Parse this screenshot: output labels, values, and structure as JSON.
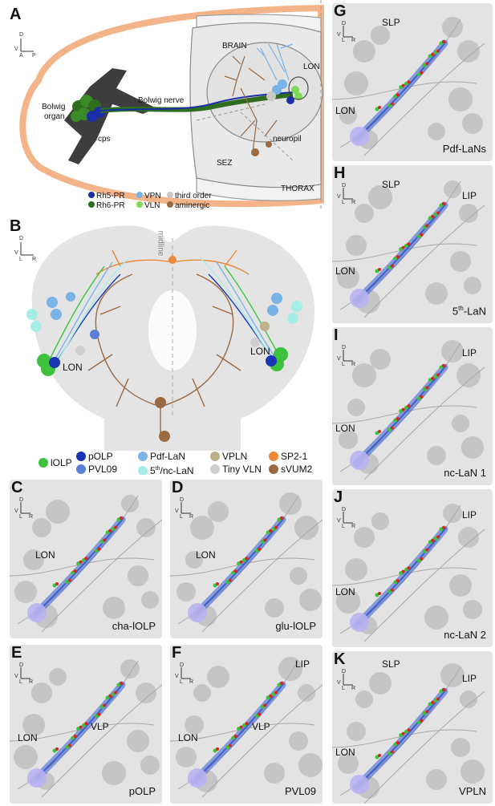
{
  "colors": {
    "lOLP": "#3ec23e",
    "pOLP": "#1a35b5",
    "PVL09": "#5a7fd6",
    "Pdf_LaN": "#7ab3e6",
    "fifth_nc_LaN": "#a6ede6",
    "VPLN": "#bdb08a",
    "Tiny_VLN": "#cfcfcf",
    "SP2_1": "#ea8a3a",
    "sVUM2": "#9a6a42",
    "Rh5_PR": "#1b2ea8",
    "Rh6_PR": "#2e6e1e",
    "VPN": "#7ab3e6",
    "VLN": "#7ed957",
    "third_order": "#c8c8c8",
    "aminergic": "#9a6a42",
    "larva_outline": "#f3b48a",
    "neuron_blue": "#3d5ed0",
    "synapse_red": "#d8251e",
    "soma_lilac": "#b9b2f2"
  },
  "panelA": {
    "label": "A",
    "axis": {
      "d": "D",
      "v": "V",
      "a": "A",
      "p": "P"
    },
    "brain": "BRAIN",
    "lon": "LON",
    "bolwig_organ": [
      "Bolwig",
      "organ"
    ],
    "bolwig_nerve": "Bolwig nerve",
    "cps": "cps",
    "neuropil": "neuropil",
    "sez": "SEZ",
    "thorax": "THORAX",
    "legend": [
      {
        "label": "Rh5-PR",
        "color_key": "Rh5_PR"
      },
      {
        "label": "Rh6-PR",
        "color_key": "Rh6_PR"
      },
      {
        "label": "VPN",
        "color_key": "VPN"
      },
      {
        "label": "VLN",
        "color_key": "VLN"
      },
      {
        "label": "third order",
        "color_key": "third_order"
      },
      {
        "label": "aminergic",
        "color_key": "aminergic"
      }
    ]
  },
  "panelB": {
    "label": "B",
    "axis": {
      "d": "D",
      "v": "V",
      "l": "L",
      "r": "R"
    },
    "midline": "midline",
    "lon_left": "LON",
    "lon_right": "LON",
    "legend": [
      {
        "label": "lOLP",
        "color_key": "lOLP"
      },
      {
        "label": "pOLP",
        "color_key": "pOLP"
      },
      {
        "label": "PVL09",
        "color_key": "PVL09"
      },
      {
        "label": "Pdf-LaN",
        "color_key": "Pdf_LaN"
      },
      {
        "label": "5th/nc-LaN",
        "color_key": "fifth_nc_LaN",
        "base": "5",
        "sup": "th",
        "rest": "/nc-LaN"
      },
      {
        "label": "VPLN",
        "color_key": "VPLN"
      },
      {
        "label": "Tiny VLN",
        "color_key": "Tiny_VLN"
      },
      {
        "label": "SP2-1",
        "color_key": "SP2_1"
      },
      {
        "label": "sVUM2",
        "color_key": "sVUM2"
      }
    ]
  },
  "panels": [
    {
      "id": "C",
      "name": "cha-lOLP",
      "region_labels": [
        "LON"
      ]
    },
    {
      "id": "D",
      "name": "glu-lOLP",
      "region_labels": [
        "LON"
      ]
    },
    {
      "id": "E",
      "name": "pOLP",
      "region_labels": [
        "LON",
        "VLP"
      ]
    },
    {
      "id": "F",
      "name": "PVL09",
      "region_labels": [
        "LON",
        "VLP",
        "LIP"
      ]
    },
    {
      "id": "G",
      "name": "Pdf-LaNs",
      "region_labels": [
        "SLP",
        "LON"
      ]
    },
    {
      "id": "H",
      "name": "5th-LaN",
      "name_base": "5",
      "name_sup": "th",
      "name_rest": "-LaN",
      "region_labels": [
        "SLP",
        "LIP",
        "LON"
      ]
    },
    {
      "id": "I",
      "name": "nc-LaN 1",
      "region_labels": [
        "LIP",
        "LON"
      ]
    },
    {
      "id": "J",
      "name": "nc-LaN 2",
      "region_labels": [
        "LIP",
        "LON"
      ]
    },
    {
      "id": "K",
      "name": "VPLN",
      "region_labels": [
        "SLP",
        "LIP",
        "LON"
      ]
    }
  ],
  "small_axis": {
    "d": "D",
    "v": "V",
    "l": "L",
    "r": "R"
  }
}
